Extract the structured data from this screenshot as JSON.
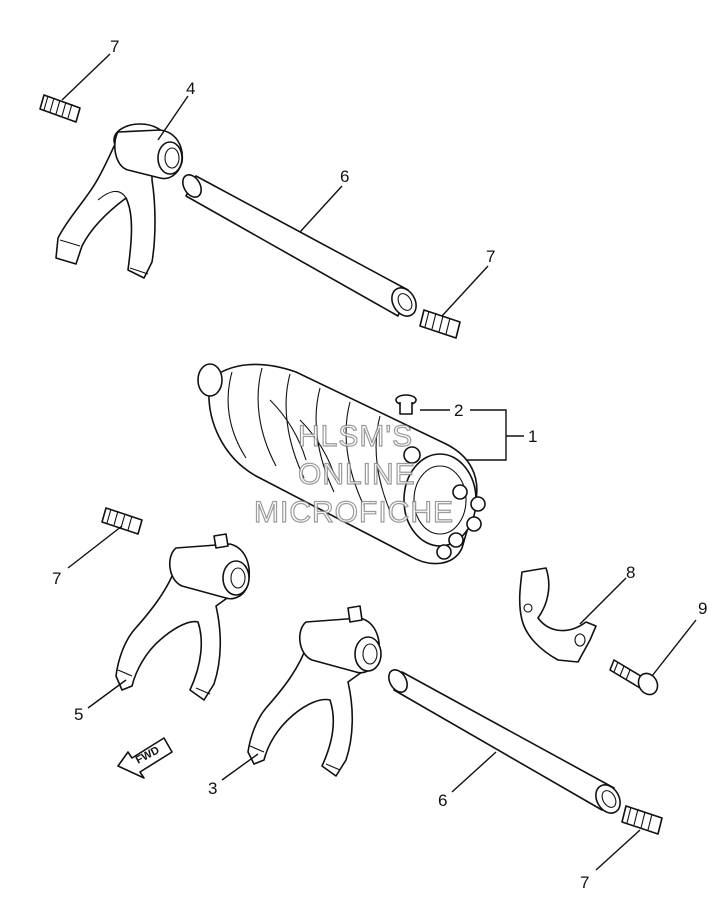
{
  "callouts": {
    "p1": "1",
    "p2": "2",
    "p3": "3",
    "p4": "4",
    "p5": "5",
    "p6a": "6",
    "p6b": "6",
    "p7a": "7",
    "p7b": "7",
    "p7c": "7",
    "p7d": "7",
    "p8": "8",
    "p9": "9"
  },
  "watermark": {
    "line1": "HLSM'S",
    "line2": "ONLINE",
    "line3": "MICROFICHE"
  },
  "fwd_label": "FWD"
}
